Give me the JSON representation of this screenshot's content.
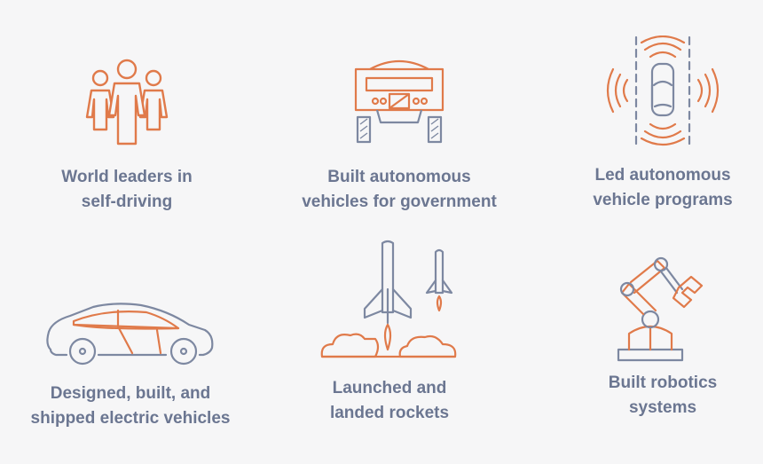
{
  "colors": {
    "accent": "#e07a4a",
    "stroke": "#7d88a1",
    "text": "#6b7691",
    "background": "#f6f6f7"
  },
  "items": [
    {
      "icon": "people-group-icon",
      "line1": "World leaders in",
      "line2": "self-driving"
    },
    {
      "icon": "autonomous-vehicle-icon",
      "line1": "Built autonomous",
      "line2": "vehicles for government"
    },
    {
      "icon": "sensor-car-icon",
      "line1": "Led autonomous",
      "line2": "vehicle programs"
    },
    {
      "icon": "electric-car-icon",
      "line1": "Designed, built, and",
      "line2": "shipped electric vehicles"
    },
    {
      "icon": "rockets-icon",
      "line1": "Launched and",
      "line2": "landed rockets"
    },
    {
      "icon": "robot-arm-icon",
      "line1": "Built robotics",
      "line2": "systems"
    }
  ]
}
